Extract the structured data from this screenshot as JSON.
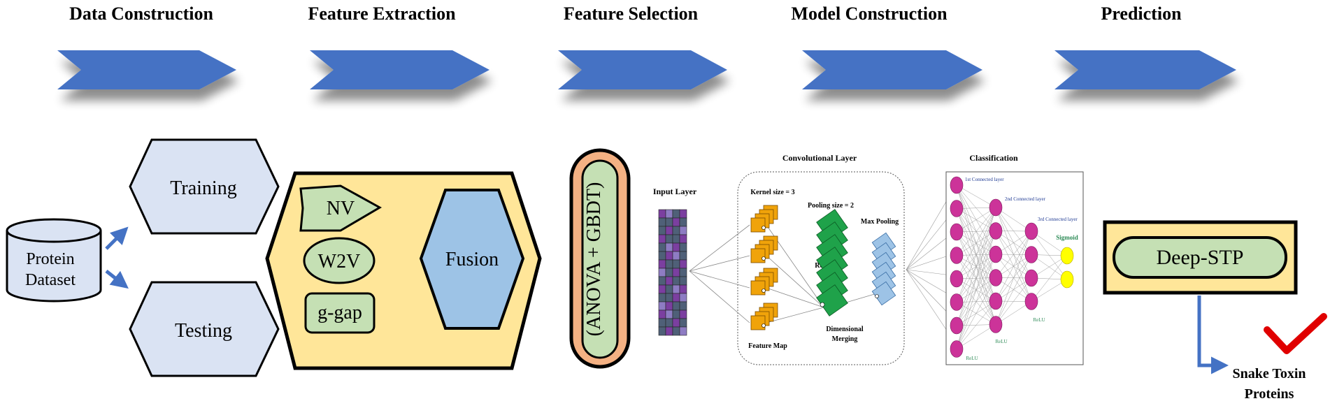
{
  "stages": [
    {
      "title": "Data Construction"
    },
    {
      "title": "Feature Extraction"
    },
    {
      "title": "Feature Selection"
    },
    {
      "title": "Model Construction"
    },
    {
      "title": "Prediction"
    }
  ],
  "dataset": {
    "line1": "Protein",
    "line2": "Dataset"
  },
  "split": {
    "training": "Training",
    "testing": "Testing"
  },
  "features": {
    "nv": "NV",
    "w2v": "W2V",
    "ggap": "g-gap",
    "fusion": "Fusion"
  },
  "selection": {
    "label": "(ANOVA + GBDT)"
  },
  "cnn": {
    "title": "Convolutional Layer",
    "input_layer": "Input Layer",
    "kernel": "Kernel size = 3",
    "pooling": "Pooling size = 2",
    "relu": "ReLU",
    "max_pooling": "Max Pooling",
    "feature_map": "Feature Map",
    "dim_merging_1": "Dimensional",
    "dim_merging_2": "Merging"
  },
  "classifier": {
    "title": "Classification",
    "layer1": "1st Connected layer",
    "layer2": "2nd Connected layer",
    "layer3": "3rd Connected layer",
    "sigmoid": "Sigmoid",
    "relu1": "ReLU",
    "relu2": "ReLU",
    "relu3": "ReLU"
  },
  "prediction": {
    "model": "Deep-STP",
    "result_line1": "Snake Toxin",
    "result_line2": "Proteins"
  },
  "colors": {
    "arrow": "#4472C4",
    "pale_blue": "#DAE3F3",
    "yellow": "#FFE699",
    "green": "#C5E0B4",
    "fusion_blue": "#9DC3E6",
    "peach": "#F4B183",
    "orange": "#F0A30A",
    "conv_green": "#1FA24A",
    "pool_blue": "#9DC3E6",
    "node_magenta": "#CC3399",
    "node_yellow": "#FFFF00",
    "check_red": "#E00000"
  }
}
